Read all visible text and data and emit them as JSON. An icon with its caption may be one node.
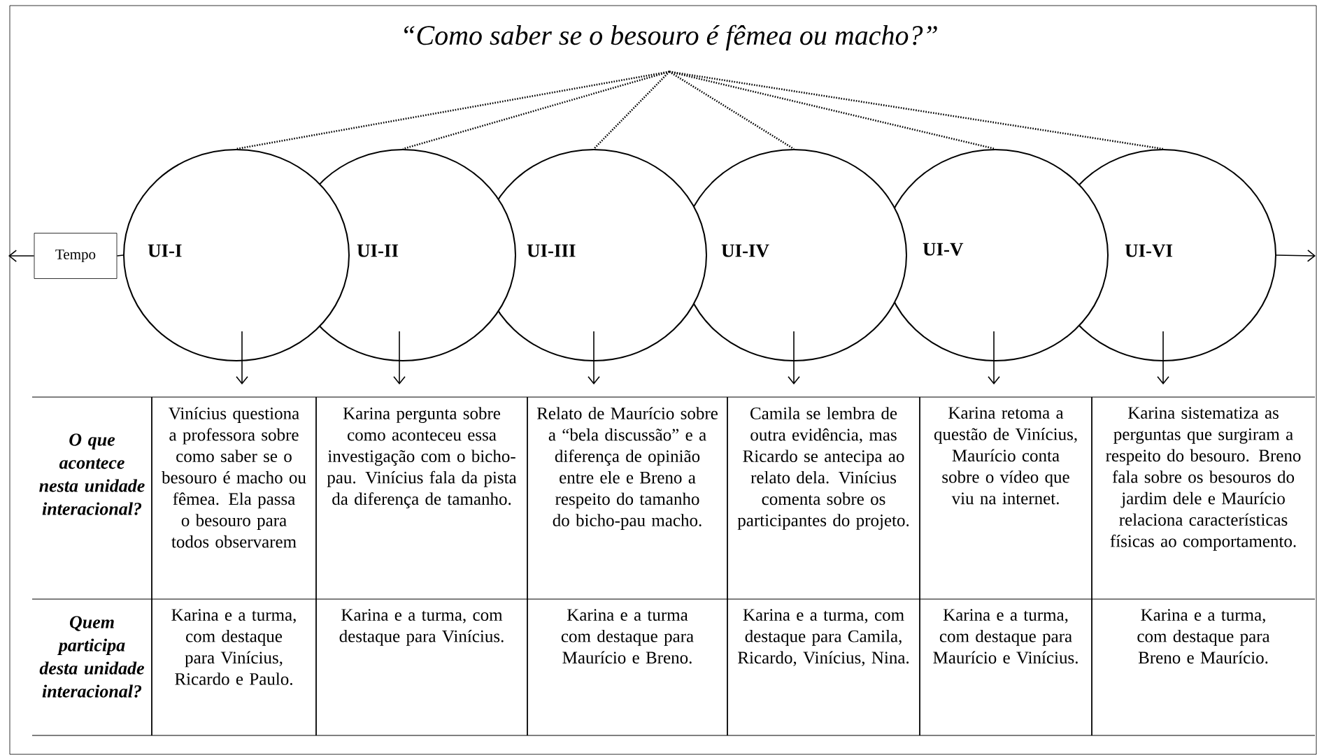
{
  "diagram": {
    "nodes": [
      {
        "text": [
          "“Como saber se o besouro é fêmea ou macho?”"
        ]
      },
      {
        "text": [
          "UI-I"
        ]
      },
      {
        "text": [
          "UI-II"
        ]
      },
      {
        "text": [
          "UI-III"
        ]
      },
      {
        "text": [
          "UI-IV"
        ]
      },
      {
        "text": [
          "UI-V"
        ]
      },
      {
        "text": [
          "UI-VI"
        ]
      },
      {
        "text": [
          "Tempo"
        ]
      },
      {
        "text": [
          "O que acontece nesta unidade interacional?"
        ]
      },
      {
        "text": [
          "Vinícius questiona a professora sobre como saber se o besouro é macho ou fêmea. Ela passa o besouro para todos observarem"
        ]
      },
      {
        "text": [
          "Karina pergunta sobre como aconteceu essa investigação com o bicho-pau. Vinícius fala da pista da diferença de tamanho."
        ]
      },
      {
        "text": [
          "Relato de Maurício sobre a “bela discussão” e a diferença de opinião entre ele e Breno a respeito do tamanho do bicho-pau macho."
        ]
      },
      {
        "text": [
          "Camila se lembra de outra evidência, mas Ricardo se antecipa ao relato dela. Vinícius comenta sobre os participantes do projeto."
        ]
      },
      {
        "text": [
          "Karina retoma a questão de Vinícius, Maurício conta sobre o vídeo que viu na internet."
        ]
      },
      {
        "text": [
          "Karina sistematiza as perguntas que surgiram a respeito do besouro. Breno fala sobre os besouros do jardim dele e Maurício relaciona características físicas ao comportamento."
        ]
      },
      {
        "text": [
          "Quem participa desta unidade interacional?"
        ]
      },
      {
        "text": [
          "Karina e a turma, com destaque para Vinícius, Ricardo e Paulo."
        ]
      },
      {
        "text": [
          "Karina e a turma, com destaque para Vinícius."
        ]
      },
      {
        "text": [
          "Karina e a turma com destaque para Maurício e Breno."
        ]
      },
      {
        "text": [
          "Karina e a turma, com destaque para Camila, Ricardo, Vinícius, Nina."
        ]
      },
      {
        "text": [
          "Karina e a turma, com destaque para Maurício e Vinícius."
        ]
      },
      {
        "text": [
          "Karina e a turma, com destaque para Breno e Maurício."
        ]
      }
    ],
    "edges": [
      {
        "from": 0,
        "to": 1,
        "arrow": "none",
        "style": "dashed"
      },
      {
        "from": 0,
        "to": 2,
        "arrow": "none",
        "style": "dashed"
      },
      {
        "from": 0,
        "to": 3,
        "arrow": "none",
        "style": "dashed"
      },
      {
        "from": 0,
        "to": 4,
        "arrow": "none",
        "style": "dashed"
      },
      {
        "from": 0,
        "to": 5,
        "arrow": "none",
        "style": "dashed"
      },
      {
        "from": 0,
        "to": 6,
        "arrow": "none",
        "style": "dashed"
      },
      {
        "from": 7,
        "to": null,
        "arrow": "to"
      },
      {
        "from": 7,
        "to": 1,
        "arrow": "none"
      },
      {
        "from": 6,
        "to": null,
        "arrow": "to"
      },
      {
        "from": 1,
        "to": 9,
        "arrow": "to"
      },
      {
        "from": 2,
        "to": 10,
        "arrow": "to"
      },
      {
        "from": 3,
        "to": 11,
        "arrow": "to"
      },
      {
        "from": 4,
        "to": 12,
        "arrow": "to"
      },
      {
        "from": 5,
        "to": 13,
        "arrow": "to"
      },
      {
        "from": 6,
        "to": 14,
        "arrow": "to"
      }
    ]
  }
}
